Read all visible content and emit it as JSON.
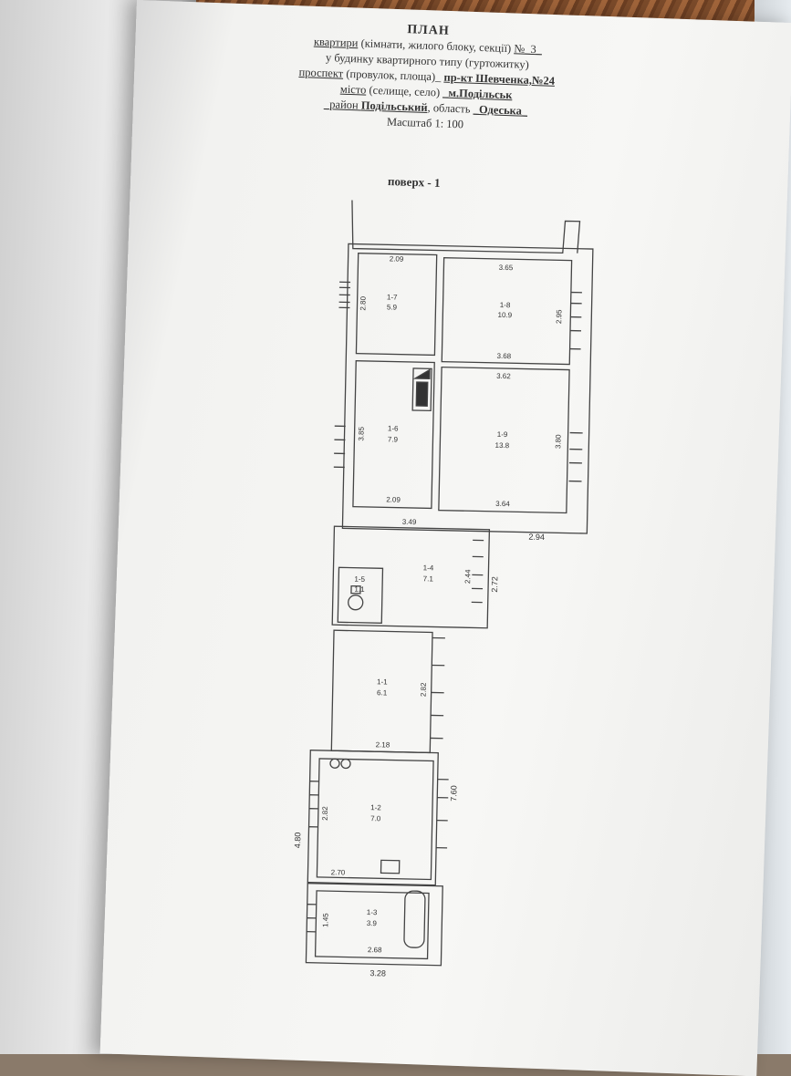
{
  "header": {
    "title": "ПЛАН",
    "line1_a": "квартири",
    "line1_b": " (кімнати, жилого блоку, секції) ",
    "line1_num": "№_3_",
    "line2": "у будинку квартирного типу (гуртожитку)",
    "line3_a": "проспект",
    "line3_b": " (провулок, площа)_ ",
    "line3_street": "пр-кт Шевченка,",
    "line3_num": "№24",
    "line4_a": "місто",
    "line4_b": " (селище, село) ",
    "line4_city": "_м.Подільськ",
    "line5_a": "_район ",
    "line5_district": "Подільський",
    "line5_b": ", область ",
    "line5_region": "_Одеська_",
    "line6": "Масштаб 1: 100"
  },
  "floor_label": "поверх - 1",
  "rooms": [
    {
      "id": "1-7",
      "area": "5.9"
    },
    {
      "id": "1-8",
      "area": "10.9"
    },
    {
      "id": "1-6",
      "area": "7.9"
    },
    {
      "id": "1-9",
      "area": "13.8"
    },
    {
      "id": "1-4",
      "area": "7.1"
    },
    {
      "id": "1-5",
      "area": "1.1"
    },
    {
      "id": "1-1",
      "area": "6.1"
    },
    {
      "id": "1-2",
      "area": "7.0"
    },
    {
      "id": "1-3",
      "area": "3.9"
    }
  ],
  "dimensions": {
    "r17_top": "2.09",
    "r17_side": "2.80",
    "r18_top": "3.65",
    "r18_side": "2.95",
    "r18_bottom": "3.68",
    "r19_top": "3.62",
    "r19_side": "3.80",
    "r19_bottom": "3.64",
    "r16_side": "3.85",
    "r16_bottom": "2.09",
    "corr_top": "3.49",
    "right_294": "2.94",
    "r14_side": "2.44",
    "r14_outer": "2.72",
    "r11_side": "2.82",
    "r11_bottom": "2.18",
    "r12_side": "2.82",
    "r12_bottom": "2.70",
    "outer_760": "7.60",
    "outer_480": "4.80",
    "r13_side": "1.45",
    "r13_bottom": "2.68",
    "outer_328": "3.28"
  },
  "colors": {
    "ink": "#333333",
    "paper": "#f6f6f4"
  }
}
